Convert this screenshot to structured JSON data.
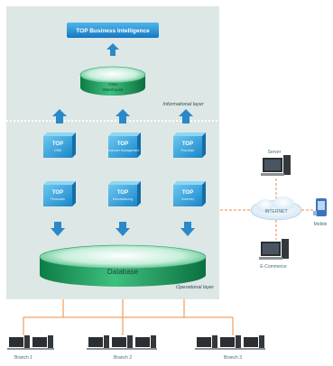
{
  "banner": {
    "title": "TOP Business Intelligence"
  },
  "data_warehouse": {
    "label_line1": "Data",
    "label_line2": "Warehouse"
  },
  "layers": {
    "informational": "Informational layer",
    "operational": "Operational layer"
  },
  "modules_top_row": [
    {
      "title": "TOP",
      "subtitle": "CRM"
    },
    {
      "title": "TOP",
      "subtitle": "Customer Management"
    },
    {
      "title": "TOP",
      "subtitle": "Purchase"
    }
  ],
  "modules_bottom_row": [
    {
      "title": "TOP",
      "subtitle": "Financials"
    },
    {
      "title": "TOP",
      "subtitle": "Manufacturing"
    },
    {
      "title": "TOP",
      "subtitle": "Inventory"
    }
  ],
  "database": {
    "label": "Database"
  },
  "network": {
    "cloud_label": "INTERNET",
    "server_label": "Server",
    "client_label": "E-Commerce",
    "mobile_label": "Mobile"
  },
  "branches": [
    "Branch 1",
    "Branch 2",
    "Branch 3"
  ],
  "colors": {
    "panel_bg": "#dfe8e6",
    "module_blue": "#2aa3dc",
    "banner_blue": "#1d8fd2",
    "arrow_blue": "#2b88c9",
    "db_green": "#1c9a5f",
    "orange_line": "#f08a3c"
  }
}
